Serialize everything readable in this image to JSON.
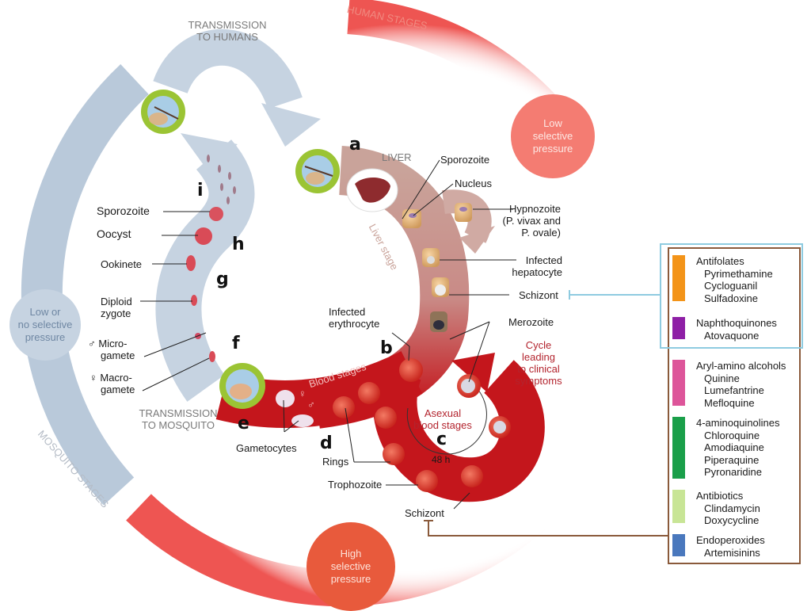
{
  "arcs": {
    "human_stages": "HUMAN STAGES",
    "mosquito_stages": "MOSQUITO STAGES",
    "transmission_to_humans": [
      "TRANSMISSION",
      "TO HUMANS"
    ],
    "transmission_to_mosquito": [
      "TRANSMISSION",
      "TO MOSQUITO"
    ]
  },
  "pressure": {
    "low": [
      "Low",
      "selective",
      "pressure"
    ],
    "high": [
      "High",
      "selective",
      "pressure"
    ],
    "none": [
      "Low or",
      "no selective",
      "pressure"
    ]
  },
  "colors": {
    "human_red": "#e8504a",
    "blood_red": "#c4161c",
    "liver_tan": "#c9a39a",
    "mosquito_blue": "#c3d2e0",
    "low_pressure_pink": "#f47c72",
    "high_pressure_orange": "#e85a3c",
    "mosquito_badge_green": "#9bc434",
    "legend_brown": "#8a5a3b",
    "legend_blue": "#8ecbe0"
  },
  "stage_letters": [
    "a",
    "b",
    "c",
    "d",
    "e",
    "f",
    "g",
    "h",
    "i"
  ],
  "liver": {
    "title": "LIVER",
    "stage_label": "Liver stage",
    "sporozoite": "Sporozoite",
    "nucleus": "Nucleus",
    "hypnozoite": [
      "Hypnozoite",
      "(P. vivax and",
      "P. ovale)"
    ],
    "infected_hepatocyte": [
      "Infected",
      "hepatocyte"
    ],
    "schizont": "Schizont",
    "merozoite": "Merozoite"
  },
  "blood": {
    "infected_erythrocyte": [
      "Infected",
      "erythrocyte"
    ],
    "stage_label": "Blood stages",
    "cycle_label": [
      "Cycle",
      "leading",
      "to clinical",
      "symptoms"
    ],
    "asexual": [
      "Asexual",
      "blood stages"
    ],
    "period": "48 h",
    "gametocytes": "Gametocytes",
    "rings": "Rings",
    "trophozoite": "Trophozoite",
    "schizont": "Schizont",
    "female_symbol": "♀",
    "male_symbol": "♂"
  },
  "mosquito": {
    "sporozoite": "Sporozoite",
    "oocyst": "Oocyst",
    "ookinete": "Ookinete",
    "diploid_zygote": [
      "Diploid",
      "zygote"
    ],
    "microgamete": [
      "♂ Micro-",
      "gamete"
    ],
    "macrogamete": [
      "♀ Macro-",
      "gamete"
    ]
  },
  "legend": [
    {
      "class": "Antifolates",
      "color": "#f39419",
      "drugs": [
        "Pyrimethamine",
        "Cycloguanil",
        "Sulfadoxine"
      ]
    },
    {
      "class": "Naphthoquinones",
      "color": "#8e1fa6",
      "drugs": [
        "Atovaquone"
      ]
    },
    {
      "class": "Aryl-amino alcohols",
      "color": "#dd559a",
      "drugs": [
        "Quinine",
        "Lumefantrine",
        "Mefloquine"
      ]
    },
    {
      "class": "4-aminoquinolines",
      "color": "#1a9f4a",
      "drugs": [
        "Chloroquine",
        "Amodiaquine",
        "Piperaquine",
        "Pyronaridine"
      ]
    },
    {
      "class": "Antibiotics",
      "color": "#c8e596",
      "drugs": [
        "Clindamycin",
        "Doxycycline"
      ]
    },
    {
      "class": "Endoperoxides",
      "color": "#4a78bd",
      "drugs": [
        "Artemisinins"
      ]
    }
  ]
}
